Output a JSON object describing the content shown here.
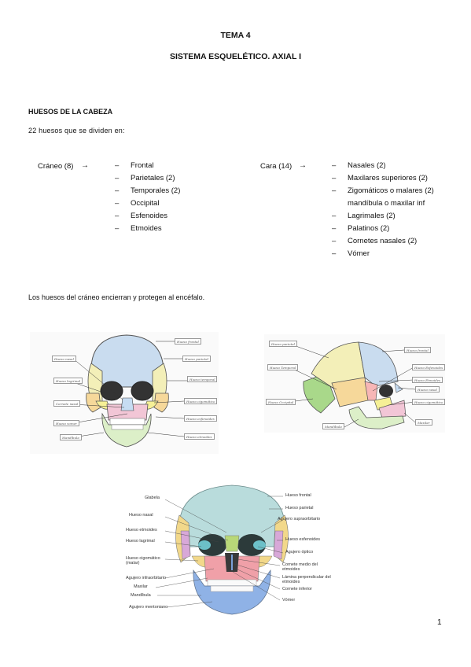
{
  "header": {
    "title": "TEMA 4",
    "subtitle": "SISTEMA ESQUELÉTICO. AXIAL I"
  },
  "section": {
    "heading": "HUESOS DE LA CABEZA",
    "intro": "22 huesos que se dividen en:"
  },
  "cranium": {
    "label": "Cráneo (8)",
    "arrow": "→",
    "items": [
      "Frontal",
      "Parietales (2)",
      "Temporales (2)",
      "Occipital",
      "Esfenoides",
      "Etmoides"
    ]
  },
  "face": {
    "label": "Cara (14)",
    "arrow": "→",
    "items": [
      "Nasales (2)",
      "Maxilares superiores (2)",
      "Zigomáticos o malares (2)",
      "mandíbula o maxilar inf",
      "Lagrimales (2)",
      "Palatinos (2)",
      "Cornetes nasales (2)",
      "Vómer"
    ]
  },
  "body_text": "Los huesos del cráneo encierran y protegen al encéfalo.",
  "dash": "–",
  "figure1": {
    "labels_left": [
      "Hueso nasal",
      "Hueso lagrimal",
      "Cornete nasal",
      "Hueso vomer",
      "Mandíbula"
    ],
    "labels_right": [
      "Hueso frontal",
      "Hueso parietal",
      "Hueso temporal",
      "Hueso cigomático",
      "Hueso esfenoides",
      "Hueso etmoides"
    ]
  },
  "figure2": {
    "labels_left": [
      "Hueso parietal",
      "Hueso Temporal",
      "Hueso Occipital",
      "Mandíbula"
    ],
    "labels_right": [
      "Hueso frontal",
      "Hueso Esfenoides",
      "Hueso Etmoides",
      "Hueso nasal",
      "Hueso cigomático",
      "Maxilar"
    ]
  },
  "figure3": {
    "labels_left": [
      "Glabela",
      "Hueso nasal",
      "Hueso etmoides",
      "Hueso lagrimal",
      "Hueso cigomático (malar)",
      "Agujero infraorbitario",
      "Maxilar",
      "Mandíbula",
      "Agujero mentoniano"
    ],
    "labels_right": [
      "Hueso frontal",
      "Hueso parietal",
      "Agujero supraorbitario",
      "Hueso esfenoides",
      "Agujero óptico",
      "Cornete medio del etmoides",
      "Lámina perpendicular del etmoides",
      "Cornete inferior",
      "Vómer"
    ]
  },
  "page_number": "1",
  "colors": {
    "frontal": "#c9dcef",
    "parietal": "#f3efb8",
    "temporal": "#f6d89a",
    "zygomatic": "#c8e2a8",
    "maxilla": "#f2c6d6",
    "mandible": "#dcefc8",
    "sphenoid": "#f7b6b6",
    "occipital": "#a9d88a"
  }
}
